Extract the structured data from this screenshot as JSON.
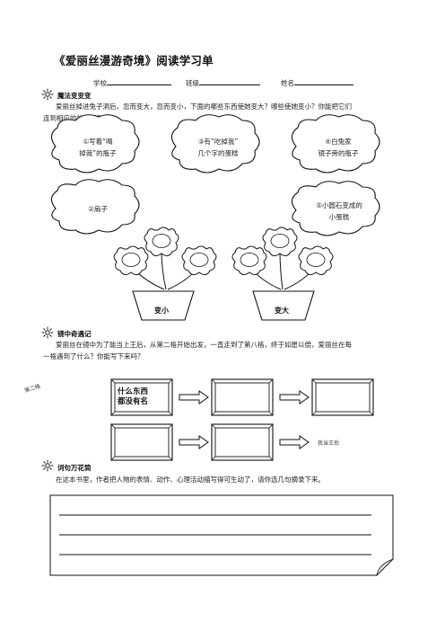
{
  "title": "《爱丽丝漫游奇境》阅读学习单",
  "info": {
    "school_label": "学校",
    "class_label": "班级",
    "name_label": "姓名"
  },
  "section1": {
    "heading": "魔法变变变",
    "line1": "爱丽丝掉进兔子洞后，忽而变大，忽而变小，下面的哪些东西使她变大？哪些使她变小？你能把它们",
    "line2": "连到相应的地方吗？",
    "clouds": [
      {
        "line1": "①写着“喝",
        "line2": "掉我”的瓶子"
      },
      {
        "line1": "③有“吃掉我”",
        "line2": "几个字的蛋糕"
      },
      {
        "line1": "④白兔家",
        "line2": "镜子旁的瓶子"
      },
      {
        "line1": "②扇子",
        "line2": ""
      },
      {
        "line1": "⑤小圆石变成的",
        "line2": "小蛋糕"
      }
    ],
    "pots": {
      "left": "变小",
      "right": "变大"
    }
  },
  "section2": {
    "heading": "镜中奇遇记",
    "line1": "爱丽丝在镜中为了能当上王后，从第二格开始出发，一直走到了第八格，终于如愿以偿，爱丽丝在每",
    "line2": "一格遇到了什么？你能写下来吗？",
    "side_note": "第二格",
    "first_box_line1": "什么东西",
    "first_box_line2": "都没有名",
    "end_note": "我当王后"
  },
  "section3": {
    "heading": "词句万花筒",
    "line1": "在这本书里，作者把人物的表情、动作、心理活动描写得可生动了，请你选几句摘录下来。"
  }
}
